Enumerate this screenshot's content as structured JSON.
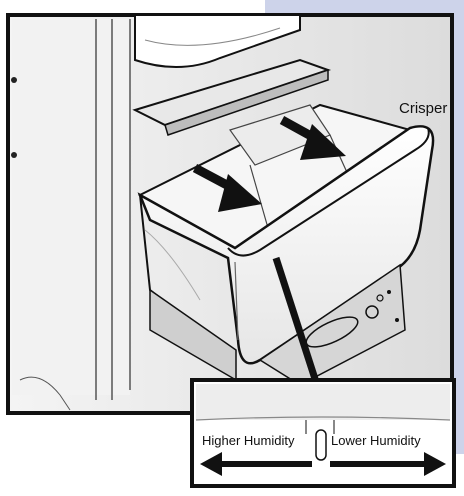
{
  "callout": {
    "label": "Crisper"
  },
  "inset": {
    "left_label": "Higher Humidity",
    "right_label": "Lower Humidity"
  },
  "colors": {
    "background_tint": "#cdd3ea",
    "outline": "#111111",
    "fill": "#ffffff",
    "shadow_gray": "#9a9a9a",
    "arrow": "#111111"
  },
  "icons": {
    "drawer_arrows": "arrow-diagonal-icon",
    "inset_arrows": "arrow-horizontal-icon"
  }
}
